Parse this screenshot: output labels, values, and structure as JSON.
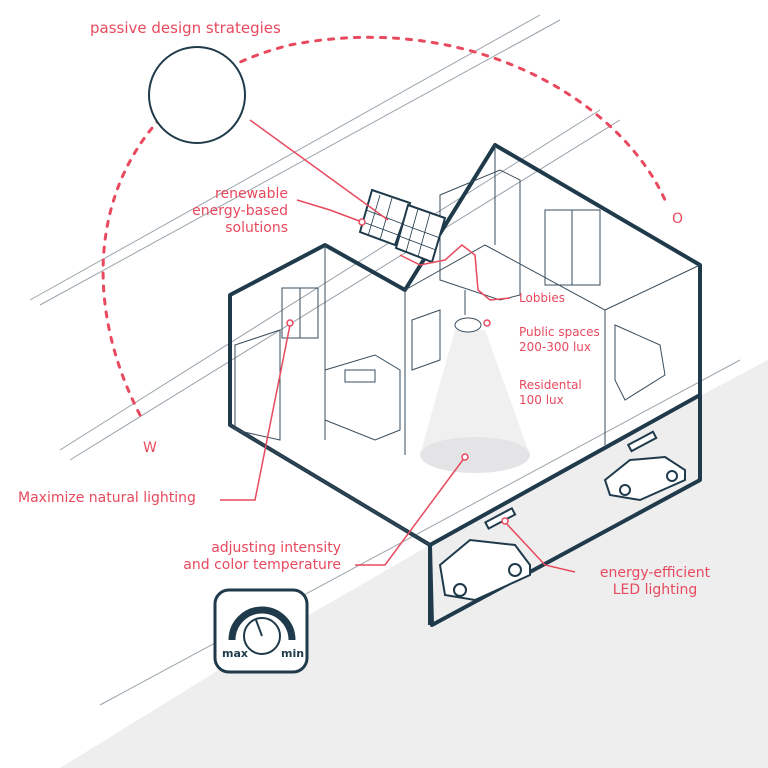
{
  "title": "passive design strategies",
  "directions": {
    "west": "W",
    "east": "O"
  },
  "labels": {
    "renewable": [
      "renewable",
      "energy-based",
      "solutions"
    ],
    "natural_lighting": "Maximize natural lighting",
    "adjusting": [
      "adjusting intensity",
      "and color temperature"
    ],
    "led": [
      "energy-efficient",
      "LED lighting"
    ],
    "lobbies": "Lobbies",
    "public_spaces": [
      "Public spaces",
      "200-300 lux"
    ],
    "residential": [
      "Residental",
      "100 lux"
    ]
  },
  "dial": {
    "max_label": "max",
    "min_label": "min"
  },
  "colors": {
    "accent": "#e8495e",
    "outline": "#1f3a4a",
    "line": "#3a4d5c",
    "ground": "#eeeeef"
  }
}
